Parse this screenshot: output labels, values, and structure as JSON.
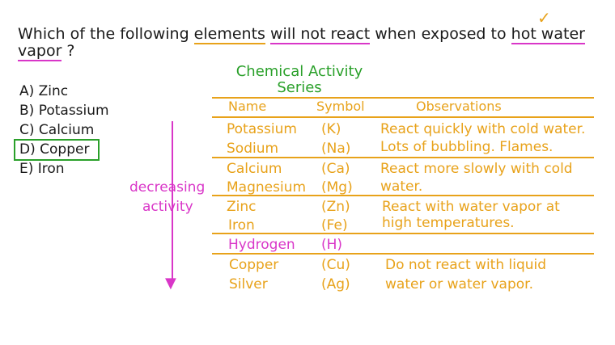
{
  "question": {
    "p1": "Which of the following ",
    "elements": "elements",
    "p2": " ",
    "will_not_react": "will not react",
    "p3": " when exposed to ",
    "hot_water": "hot water",
    "vapor": "vapor",
    "qmark": " ?"
  },
  "options": [
    "A) Zinc",
    "B) Potassium",
    "C) Calcium",
    "D) Copper",
    "E) Iron"
  ],
  "table": {
    "title_line1": "Chemical Activity",
    "title_line2": "Series",
    "headers": {
      "name": "Name",
      "symbol": "Symbol",
      "observations": "Observations"
    },
    "rows": [
      {
        "name": "Potassium",
        "symbol": "(K)"
      },
      {
        "name": "Sodium",
        "symbol": "(Na)"
      },
      {
        "name": "Calcium",
        "symbol": "(Ca)"
      },
      {
        "name": "Magnesium",
        "symbol": "(Mg)"
      },
      {
        "name": "Zinc",
        "symbol": "(Zn)"
      },
      {
        "name": "Iron",
        "symbol": "(Fe)"
      },
      {
        "name": "Hydrogen",
        "symbol": "(H)"
      },
      {
        "name": "Copper",
        "symbol": "(Cu)"
      },
      {
        "name": "Silver",
        "symbol": "(Ag)"
      }
    ],
    "observations": [
      "React quickly with cold water.",
      "Lots of bubbling. Flames.",
      "React more slowly with cold",
      "water.",
      "React with water vapor at",
      "high temperatures.",
      "Do not react with liquid",
      "water or water vapor."
    ]
  },
  "side_label": {
    "line1": "decreasing",
    "line2": "activity"
  },
  "colors": {
    "orange": "#e8a21a",
    "pink": "#d936c8",
    "green": "#2aa02a"
  },
  "icons": {
    "check": "check-mark-icon",
    "arrow": "down-arrow-icon"
  }
}
